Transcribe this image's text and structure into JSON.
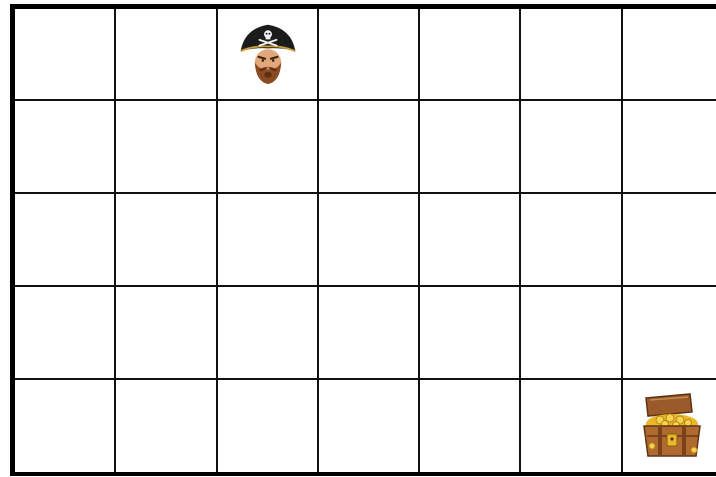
{
  "board": {
    "rows": 5,
    "cols": 7,
    "pieces": [
      {
        "type": "pirate",
        "icon": "pirate-captain-icon",
        "row": 1,
        "col": 3
      },
      {
        "type": "treasure",
        "icon": "treasure-chest-icon",
        "row": 5,
        "col": 7
      }
    ]
  },
  "colors": {
    "grid_line": "#111111",
    "background": "#ffffff"
  }
}
